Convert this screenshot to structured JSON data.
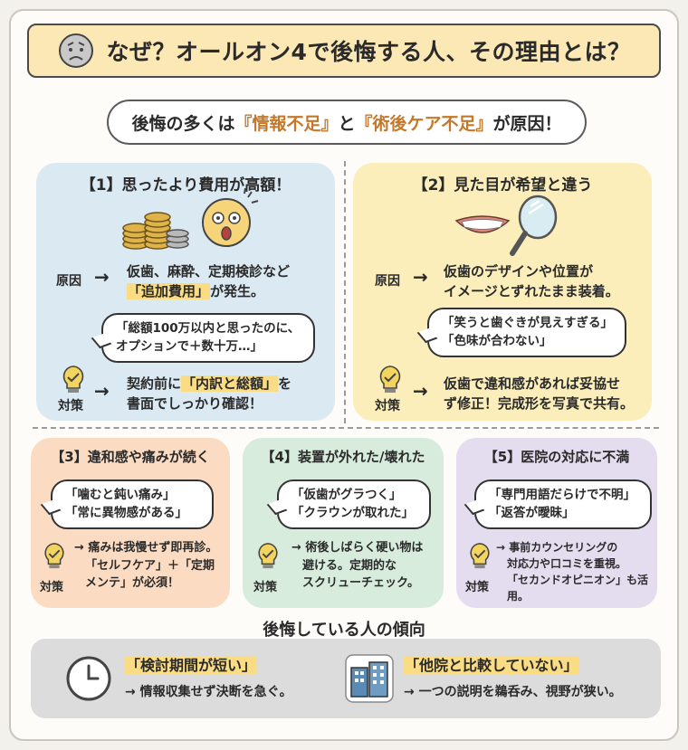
{
  "title": "なぜ？オールオン4で後悔する人、その理由とは？",
  "subtitle": {
    "prefix": "後悔の多くは",
    "highlight1": "『情報不足』",
    "middle": "と",
    "highlight2": "『術後ケア不足』",
    "suffix": "が原因！"
  },
  "cards": [
    {
      "title": "【1】思ったより費用が高額！",
      "cause_label": "原因",
      "cause_line1": "仮歯、麻酔、定期検診など",
      "cause_line2_highlight": "「追加費用」",
      "cause_line2_suffix": "が発生。",
      "quote_line1": "「総額100万以内と思ったのに、",
      "quote_line2": "オプションで＋数十万…」",
      "solution_label": "対策",
      "solution_line1_prefix": "契約前に",
      "solution_line1_highlight": "「内訳と総額」",
      "solution_line1_suffix": "を",
      "solution_line2": "書面でしっかり確認！"
    },
    {
      "title": "【2】見た目が希望と違う",
      "cause_label": "原因",
      "cause_line1": "仮歯のデザインや位置が",
      "cause_line2": "イメージとずれたまま装着。",
      "quote_line1": "「笑うと歯ぐきが見えすぎる」",
      "quote_line2": "「色味が合わない」",
      "solution_label": "対策",
      "solution_line1": "仮歯で違和感があれば妥協せ",
      "solution_line2": "ず修正！完成形を写真で共有。"
    },
    {
      "title": "【3】違和感や痛みが続く",
      "quote_line1": "「噛むと鈍い痛み」",
      "quote_line2": "「常に異物感がある」",
      "solution_label": "対策",
      "solution_line1": "→ 痛みは我慢せず即再診。",
      "solution_line2": "「セルフケア」＋「定期",
      "solution_line3": "メンテ」が必須！"
    },
    {
      "title": "【4】装置が外れた/壊れた",
      "quote_line1": "「仮歯がグラつく」",
      "quote_line2": "「クラウンが取れた」",
      "solution_label": "対策",
      "solution_line1": "→ 術後しばらく硬い物は",
      "solution_line2": "避ける。定期的な",
      "solution_line3": "スクリューチェック。"
    },
    {
      "title": "【5】医院の対応に不満",
      "quote_line1": "「専門用語だらけで不明」",
      "quote_line2": "「返答が曖昧」",
      "solution_label": "対策",
      "solution_line1": "→ 事前カウンセリングの",
      "solution_line2": "対応力や口コミを重視。",
      "solution_line3": "「セカンドオピニオン」も活用。"
    }
  ],
  "trends": {
    "title": "後悔している人の傾向",
    "items": [
      {
        "title": "「検討期間が短い」",
        "desc": "→ 情報収集せず決断を急ぐ。",
        "icon": "clock-icon"
      },
      {
        "title": "「他院と比較していない」",
        "desc": "→ 一つの説明を鵜呑み、視野が狭い。",
        "icon": "buildings-icon"
      }
    ]
  },
  "colors": {
    "title_bg": "#fbe8b4",
    "card1_bg": "#dbe9f3",
    "card2_bg": "#fbeebb",
    "card3_bg": "#fbdcc2",
    "card4_bg": "#d7ecdc",
    "card5_bg": "#e4dcef",
    "highlight": "#f9dc84",
    "trend_bg": "#dcdcdc"
  }
}
